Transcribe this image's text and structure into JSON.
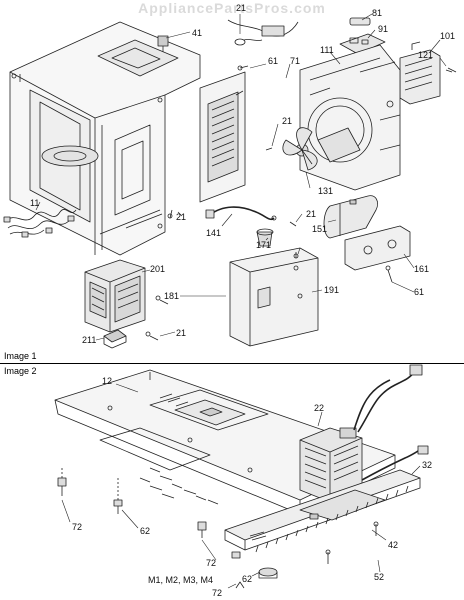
{
  "watermark": "AppliancePartsPros.com",
  "images": [
    {
      "label": "Image 1",
      "callouts": [
        "21",
        "81",
        "41",
        "91",
        "101",
        "121",
        "61",
        "71",
        "111",
        "21",
        "11",
        "131",
        "21",
        "151",
        "141",
        "171",
        "21",
        "201",
        "181",
        "191",
        "161",
        "61",
        "211",
        "21"
      ]
    },
    {
      "label": "Image 2",
      "callouts": [
        "12",
        "22",
        "32",
        "62",
        "72",
        "42",
        "72",
        "62",
        "M1, M2, M3, M4",
        "72",
        "52"
      ]
    }
  ]
}
